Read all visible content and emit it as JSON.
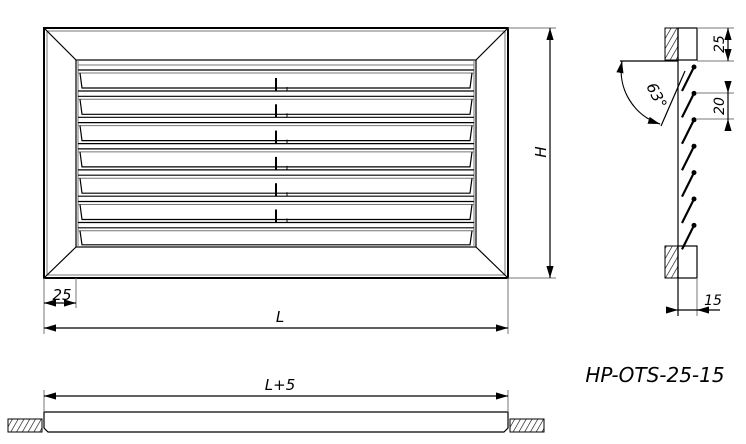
{
  "front_view": {
    "dim_width": "L",
    "dim_height": "H",
    "dim_frame": "25",
    "louver_count": 7
  },
  "side_view": {
    "dim_frame_top": "25",
    "dim_pitch": "20",
    "dim_depth": "15",
    "angle": "63°"
  },
  "bottom_view": {
    "dim_overall": "L+5"
  },
  "model_code": "HP-OTS-25-15"
}
